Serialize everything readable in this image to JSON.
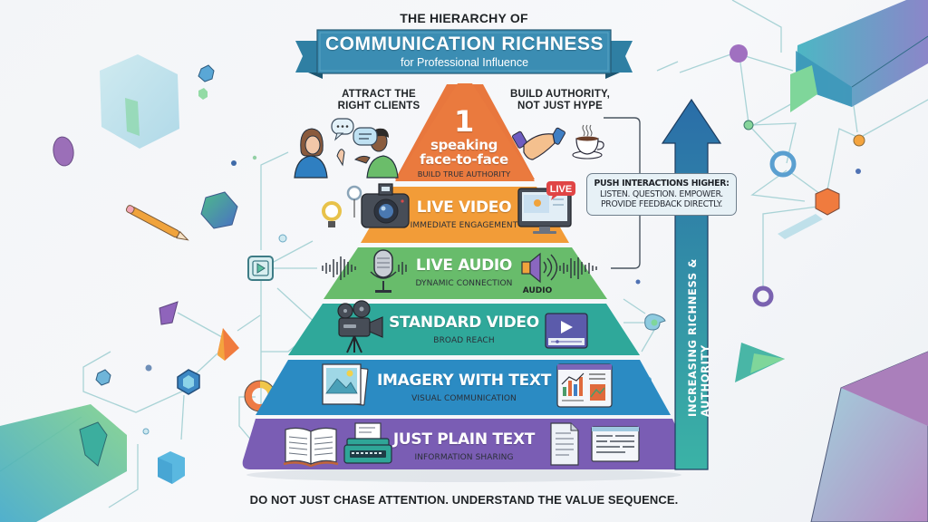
{
  "header": {
    "pretitle": "THE HIERARCHY OF",
    "title": "COMMUNICATION RICHNESS",
    "subtitle": "for Professional Influence"
  },
  "side_labels": {
    "left": [
      "ATTRACT THE",
      "RIGHT CLIENTS"
    ],
    "right": [
      "BUILD AUTHORITY,",
      "NOT JUST HYPE"
    ]
  },
  "pyramid": {
    "tiers": [
      {
        "rank": "1",
        "title_line1": "speaking",
        "title_line2": "face-to-face",
        "subtitle": "BUILD TRUE AUTHORITY",
        "color": "#e8773d",
        "icons_left": [
          "conversation-people-icon"
        ],
        "icons_right": [
          "handshake-icon",
          "coffee-cup-icon"
        ]
      },
      {
        "title": "LIVE VIDEO",
        "subtitle": "IMMEDIATE ENGAGEMENT",
        "color": "#f19c3a",
        "icons_left": [
          "ring-light-icon",
          "camera-icon"
        ],
        "icons_right": [
          "monitor-live-icon"
        ],
        "badge": "LIVE"
      },
      {
        "title": "LIVE AUDIO",
        "subtitle": "DYNAMIC CONNECTION",
        "color": "#69bd6d",
        "icons_left": [
          "soundwave-icon",
          "microphone-icon"
        ],
        "icons_right": [
          "speaker-icon",
          "soundwave-icon"
        ],
        "badge": "AUDIO"
      },
      {
        "title": "STANDARD VIDEO",
        "subtitle": "BROAD REACH",
        "color": "#2fa99b",
        "icons_left": [
          "film-camera-icon"
        ],
        "icons_right": [
          "video-player-icon"
        ]
      },
      {
        "title": "IMAGERY WITH TEXT",
        "subtitle": "VISUAL COMMUNICATION",
        "color": "#2b8cc4",
        "icons_left": [
          "photo-icon"
        ],
        "icons_right": [
          "chart-dashboard-icon"
        ]
      },
      {
        "title": "JUST PLAIN TEXT",
        "subtitle": "INFORMATION SHARING",
        "color": "#7a5fb5",
        "icons_left": [
          "open-book-icon",
          "typewriter-icon"
        ],
        "icons_right": [
          "document-icon",
          "text-window-icon"
        ]
      }
    ]
  },
  "callout": {
    "line1": "PUSH INTERACTIONS HIGHER:",
    "line2": "LISTEN. QUESTION. EMPOWER.",
    "line3": "PROVIDE FEEDBACK DIRECTLY."
  },
  "arrow": {
    "label": "INCREASING RICHNESS & AUTHORITY"
  },
  "footer": {
    "text": "DO NOT JUST CHASE ATTENTION. UNDERSTAND THE VALUE SEQUENCE."
  }
}
